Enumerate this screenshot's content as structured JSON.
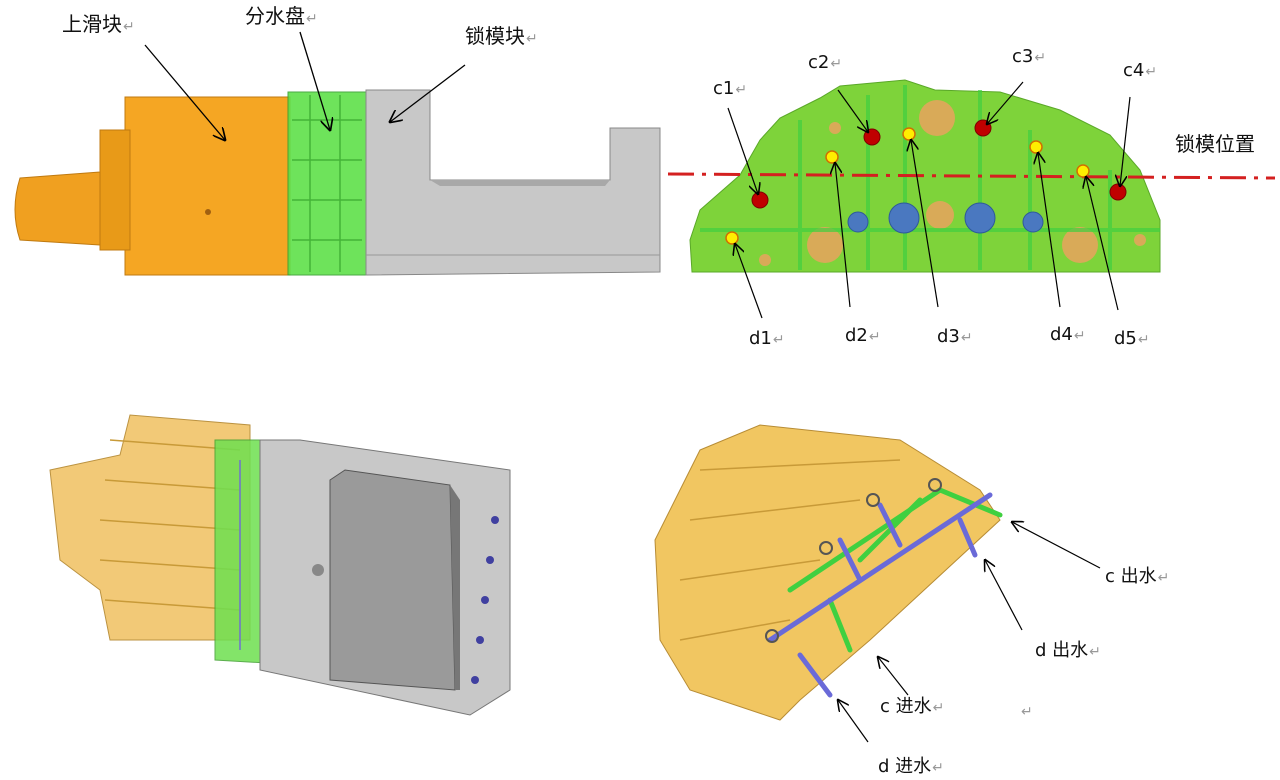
{
  "return_mark": "↵",
  "top_left": {
    "labels": {
      "upper_slider": "上滑块",
      "water_distributor": "分水盘",
      "clamp_block": "锁模块"
    }
  },
  "top_right": {
    "clamp_position": "锁模位置",
    "c_points": [
      "c1",
      "c2",
      "c3",
      "c4"
    ],
    "d_points": [
      "d1",
      "d2",
      "d3",
      "d4",
      "d5"
    ]
  },
  "bottom_right": {
    "c_outlet": "c 出水",
    "d_outlet": "d 出水",
    "c_inlet": "c 进水",
    "d_inlet": "d 进水"
  },
  "colors": {
    "orange": "#f5a623",
    "green": "#5fd34a",
    "gray": "#c8c8c8",
    "red_dot": "#c00000",
    "yellow_dot": "#ffee00",
    "blue": "#4a78c0",
    "dash": "#d42020"
  }
}
